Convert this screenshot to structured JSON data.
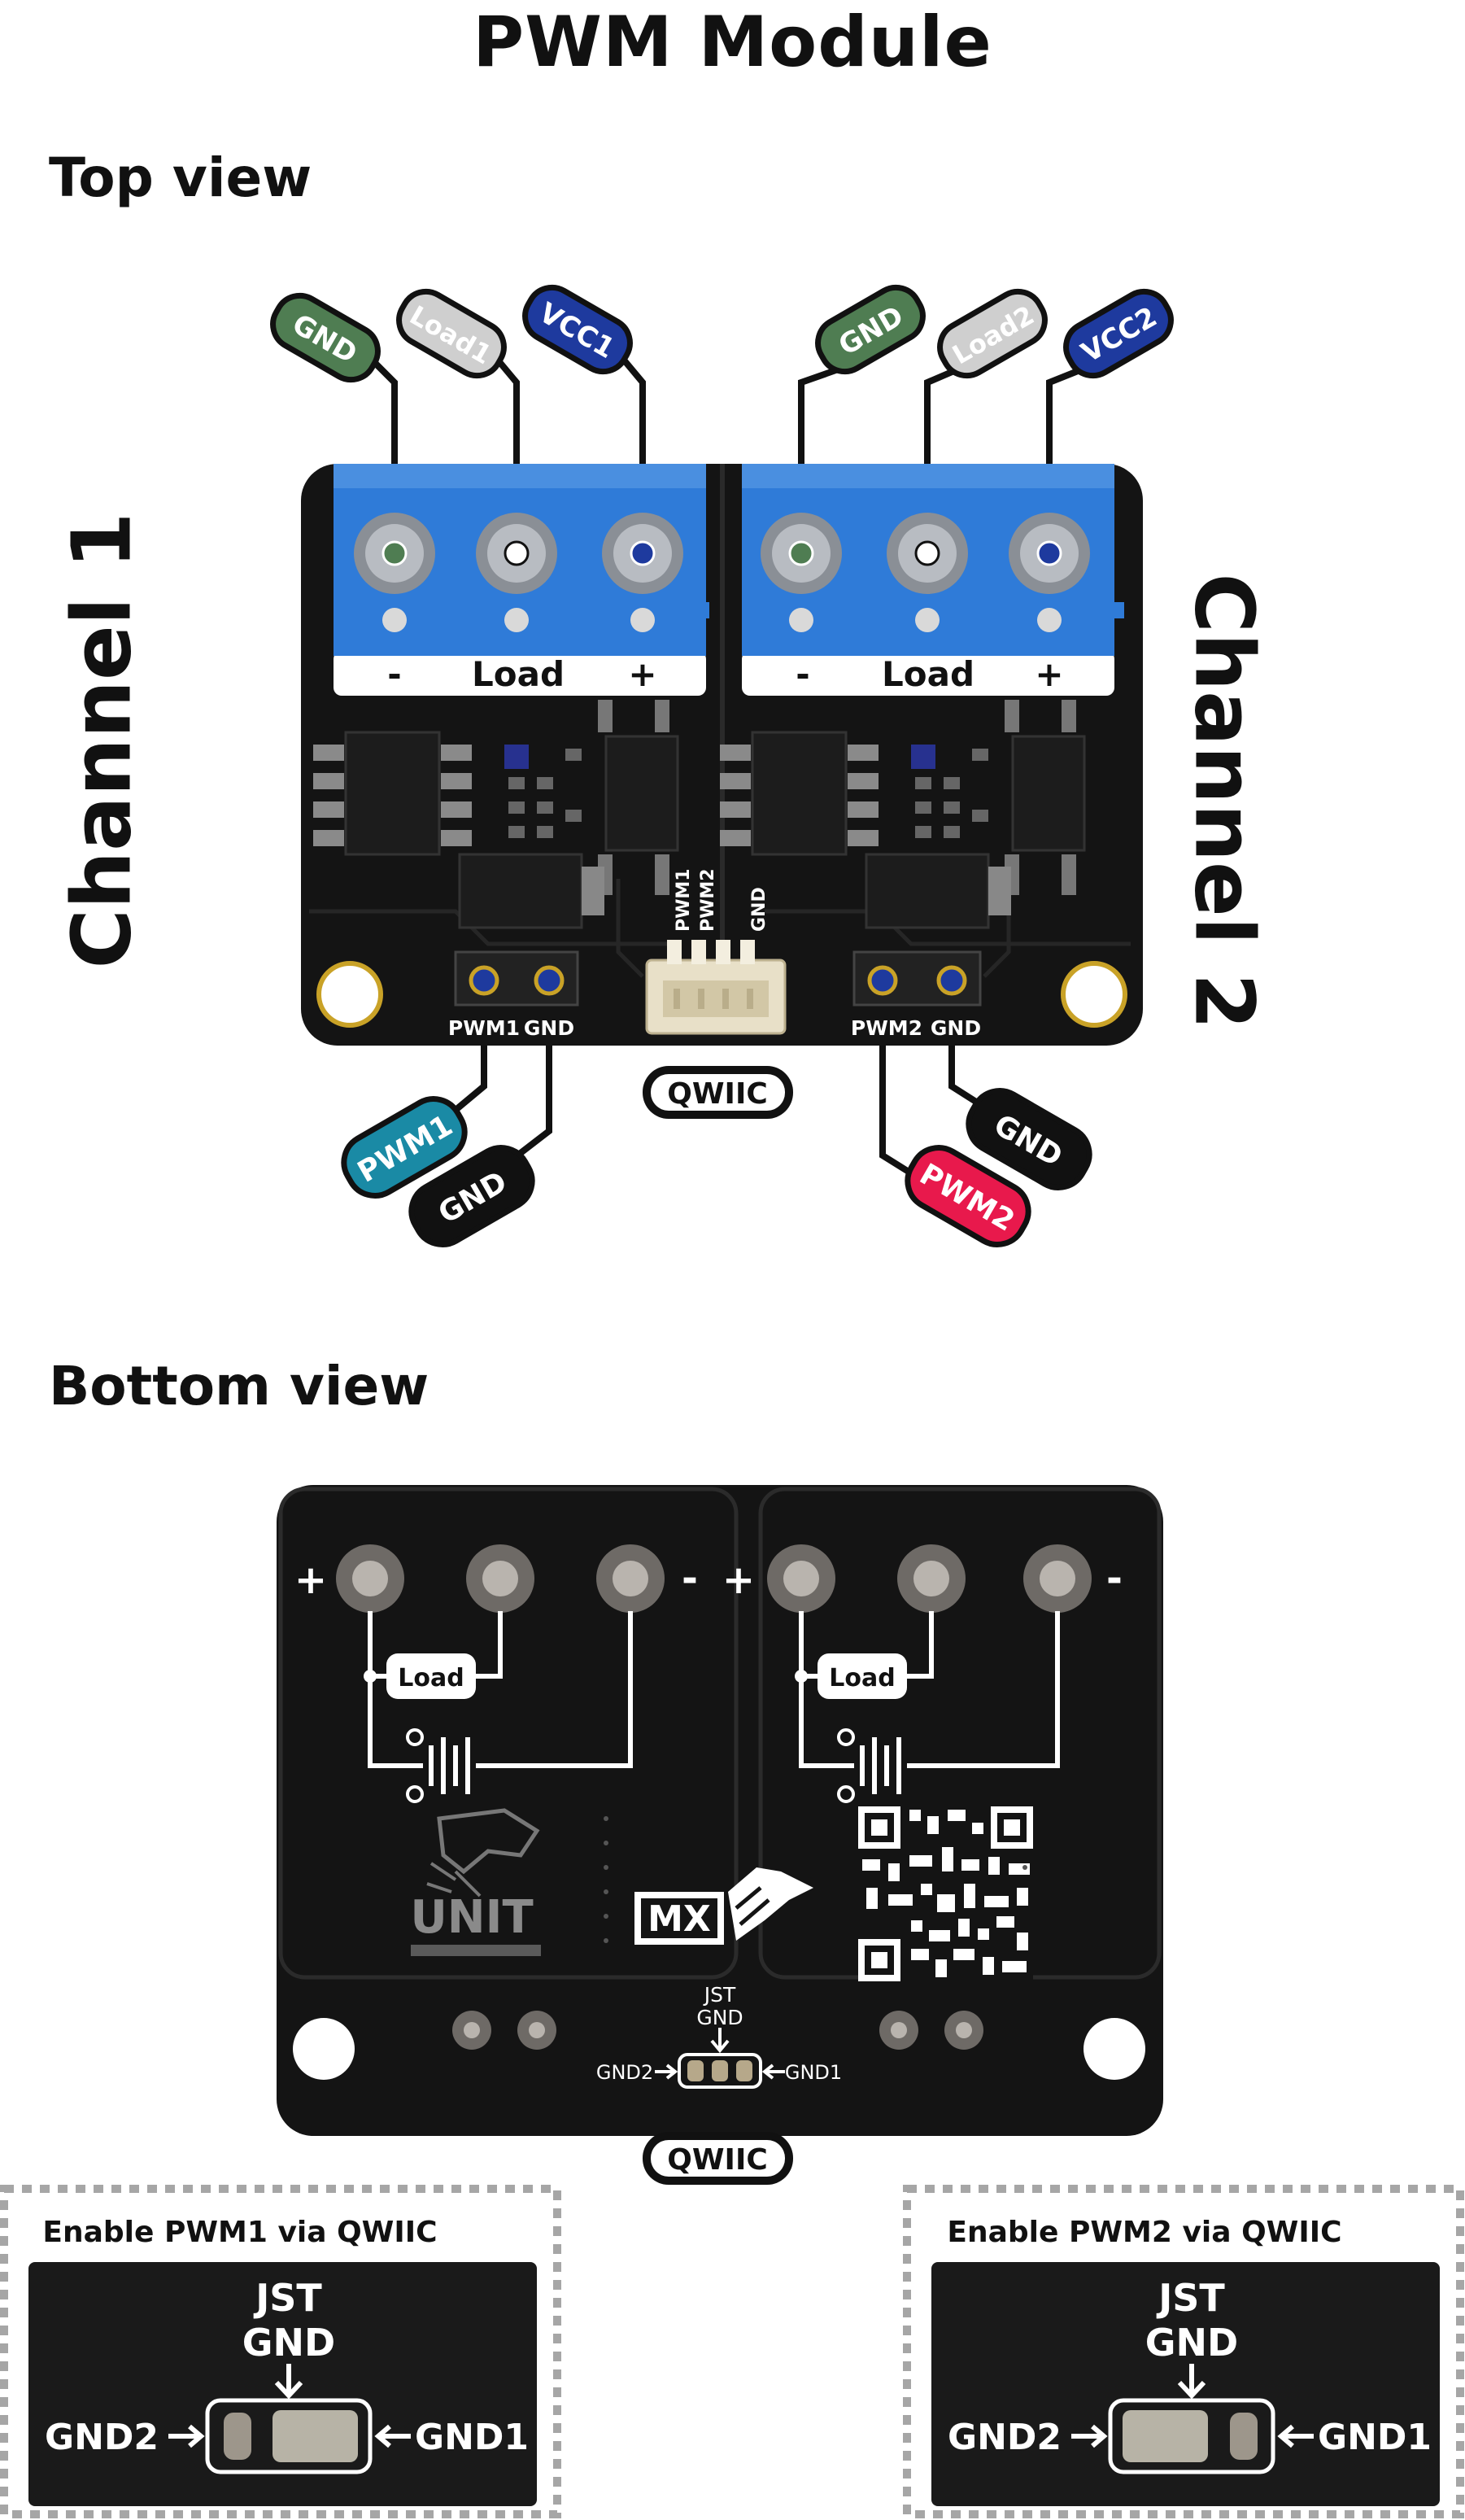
{
  "title": "PWM Module",
  "top_view": {
    "heading": "Top view",
    "channel1_label": "Channel 1",
    "channel2_label": "Channel 2",
    "colors": {
      "gnd": "#4f7d52",
      "load": "#cfcfcf",
      "vcc": "#1e3a9e",
      "pwm1": "#1a8aa5",
      "pwm2": "#e8194c",
      "black": "#111111",
      "terminal": "#2f7bd8"
    },
    "terminal1": {
      "minus": "-",
      "load": "Load",
      "plus": "+"
    },
    "terminal2": {
      "minus": "-",
      "load": "Load",
      "plus": "+"
    },
    "tags_top": [
      "GND",
      "Load1",
      "VCC1",
      "GND",
      "Load2",
      "VCC2"
    ],
    "silk_pins": {
      "pwm1": "PWM1",
      "gnd_a": "GND",
      "pwm2": "PWM2",
      "gnd_b": "GND"
    },
    "qwiic_pins": [
      "PWM1",
      "PWM2",
      "GND"
    ],
    "tags_bottom": {
      "pwm1": "PWM1",
      "gnd1": "GND",
      "pwm2": "PWM2",
      "gnd2": "GND"
    },
    "qwiic_logo": "QWIIC"
  },
  "bottom_view": {
    "heading": "Bottom view",
    "load1": "Load",
    "load2": "Load",
    "signs": {
      "plus_l": "+",
      "minus_l": "-",
      "plus_r": "+",
      "minus_r": "-"
    },
    "logo_unit": "UNIT",
    "logo_mx": "MX",
    "jst_line1": "JST",
    "jst_line2": "GND",
    "gnd2_label": "GND2",
    "gnd1_label": "GND1",
    "qwiic_logo": "QWIIC"
  },
  "enable_pwm1": {
    "caption": "Enable PWM1 via QWIIC",
    "jst_line1": "JST",
    "jst_line2": "GND",
    "left_label": "GND2",
    "right_label": "GND1"
  },
  "enable_pwm2": {
    "caption": "Enable PWM2 via QWIIC",
    "jst_line1": "JST",
    "jst_line2": "GND",
    "left_label": "GND2",
    "right_label": "GND1"
  }
}
